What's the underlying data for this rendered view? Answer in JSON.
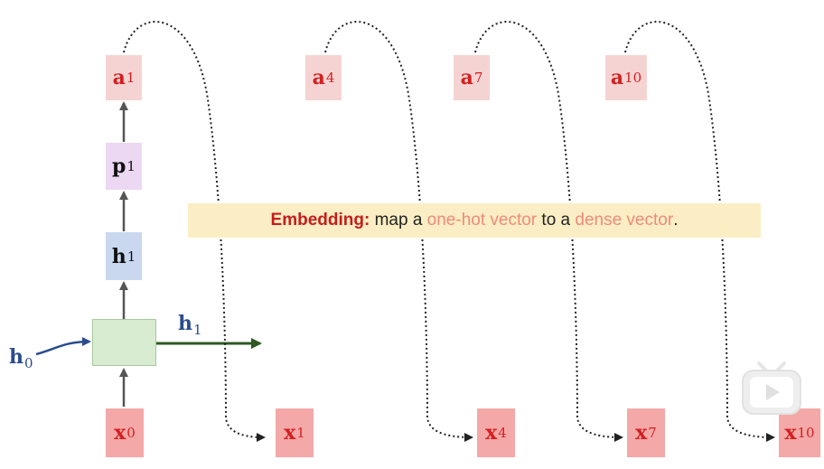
{
  "nodes": {
    "a1": {
      "base": "a",
      "sub": "1"
    },
    "a4": {
      "base": "a",
      "sub": "4"
    },
    "a7": {
      "base": "a",
      "sub": "7"
    },
    "a10": {
      "base": "a",
      "sub": "10"
    },
    "p1": {
      "base": "p",
      "sub": "1"
    },
    "h1": {
      "base": "h",
      "sub": "1"
    },
    "x0": {
      "base": "x",
      "sub": "0"
    },
    "x1": {
      "base": "x",
      "sub": "1"
    },
    "x4": {
      "base": "x",
      "sub": "4"
    },
    "x7": {
      "base": "x",
      "sub": "7"
    },
    "x10": {
      "base": "x",
      "sub": "10"
    }
  },
  "labels": {
    "h0": {
      "base": "h",
      "sub": "0"
    },
    "h1_out": {
      "base": "h",
      "sub": "1"
    }
  },
  "banner": {
    "keyword": "Embedding:",
    "text1": " map a ",
    "highlight1": "one-hot vector",
    "text2": " to a ",
    "highlight2": "dense vector",
    "text3": "."
  },
  "colors": {
    "red_node": "#f4a8a8",
    "pink_node": "#f6d3d3",
    "p_node": "#ecd8f2",
    "h_node": "#c9d8ef",
    "cell": "#d7ecd0",
    "hidden_label": "#2b4c8c",
    "output_arrow": "#2e5a22",
    "banner_bg": "#fbeec4",
    "keyword": "#c41d1d",
    "highlight": "#f08a7a"
  },
  "icons": {
    "watermark": "bilibili-tv-icon"
  }
}
